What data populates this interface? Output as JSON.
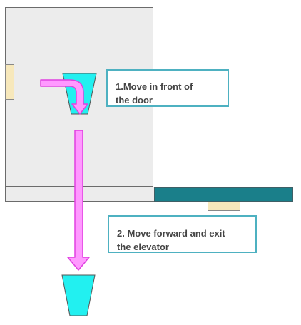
{
  "steps": [
    {
      "line1": "1.Move in front of",
      "line2": "the door"
    },
    {
      "line1": "2. Move forward and exit",
      "line2": "the elevator"
    }
  ],
  "colors": {
    "arrow_fill": "#ff99ff",
    "arrow_stroke": "#e040e0",
    "person_fill": "#22f0f0",
    "callout_border": "#4eb1c1",
    "teal_bar": "#1a7f8a",
    "door": "#f7e8bb",
    "room": "#ececec"
  }
}
